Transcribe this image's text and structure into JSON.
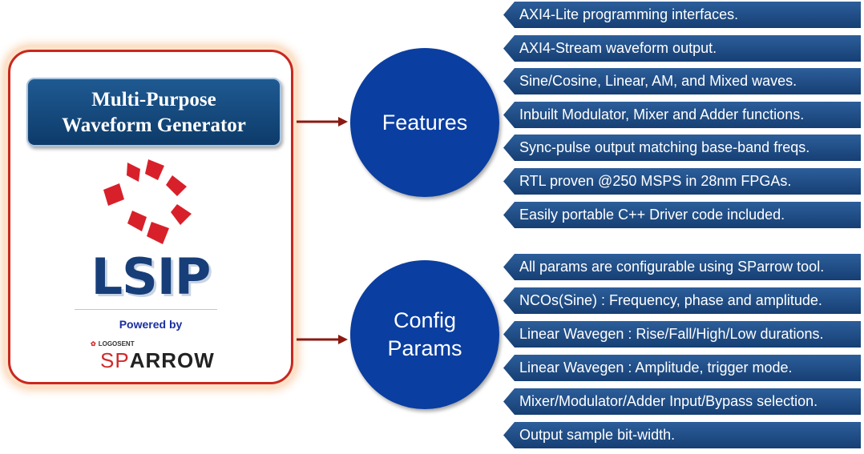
{
  "card": {
    "title_line1": "Multi-Purpose",
    "title_line2": "Waveform Generator",
    "logo_text": "LSIP",
    "powered_by": "Powered by",
    "partner_small": "LOGOSENT",
    "partner_sp": "SP",
    "partner_rest": "ARROW"
  },
  "features": {
    "circle_label": "Features",
    "items": [
      "AXI4-Lite programming interfaces.",
      "AXI4-Stream waveform output.",
      "Sine/Cosine, Linear, AM, and Mixed waves.",
      "Inbuilt Modulator, Mixer and Adder functions.",
      "Sync-pulse output matching base-band freqs.",
      "RTL proven @250 MSPS in 28nm FPGAs.",
      "Easily portable C++ Driver code included."
    ]
  },
  "config": {
    "circle_line1": "Config",
    "circle_line2": "Params",
    "items": [
      "All params are configurable using SParrow tool.",
      "NCOs(Sine) : Frequency, phase and amplitude.",
      "Linear Wavegen : Rise/Fall/High/Low durations.",
      "Linear Wavegen : Amplitude, trigger mode.",
      "Mixer/Modulator/Adder Input/Bypass selection.",
      "Output sample bit-width."
    ]
  },
  "colors": {
    "card_border": "#c8281f",
    "title_bg": "#0d3b6a",
    "circle": "#0a3ea0",
    "item_bg": "#163f74",
    "logo_red": "#d8202a",
    "logo_blue": "#173e78",
    "arrow": "#8b1a12"
  }
}
